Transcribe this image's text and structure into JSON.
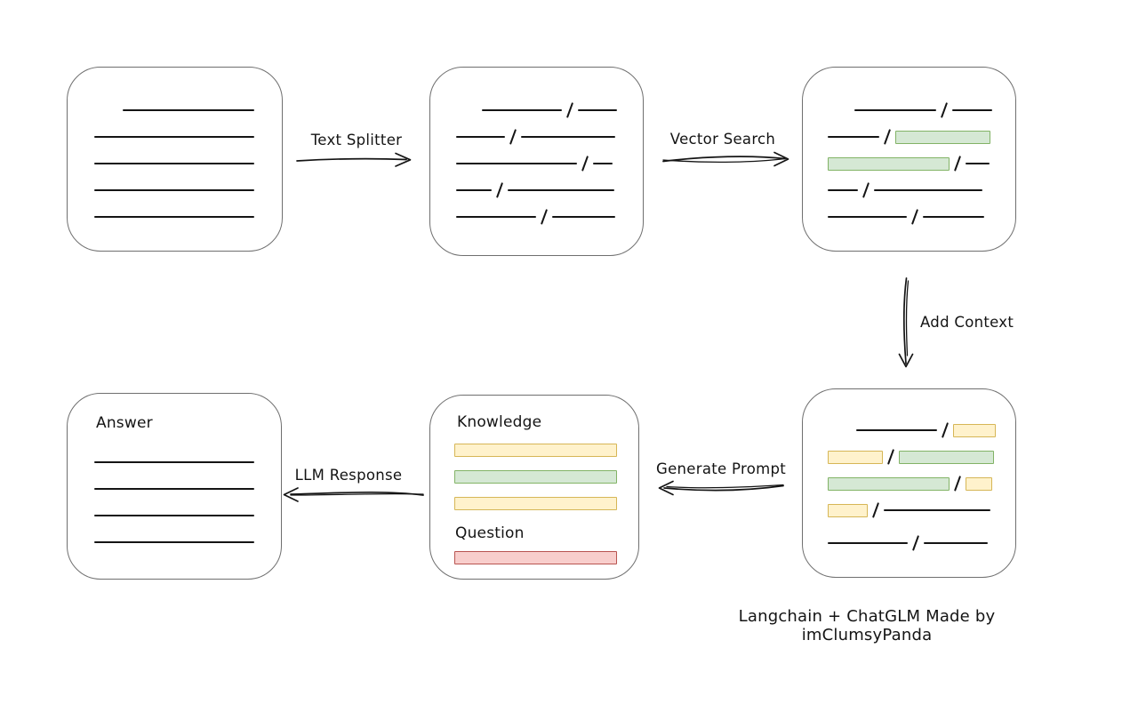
{
  "caption": "Langchain + ChatGLM Made by imClumsyPanda",
  "colors": {
    "line": "#141414",
    "box_border": "#6f6f6f",
    "green_fill": "#d5e8d4",
    "green_border": "#82b366",
    "yellow_fill": "#fff2cc",
    "yellow_border": "#d6b656",
    "red_fill": "#f8cecc",
    "red_border": "#b85450"
  },
  "arrows": {
    "text_splitter": {
      "label": "Text Splitter"
    },
    "vector_search": {
      "label": "Vector Search"
    },
    "add_context": {
      "label": "Add Context"
    },
    "generate_prompt": {
      "label": "Generate Prompt"
    },
    "llm_response": {
      "label": "LLM Response"
    }
  },
  "boxes": {
    "document": {
      "rows": [
        {
          "indent": 62,
          "segments": [
            {
              "kind": "line",
              "w": 148
            }
          ]
        },
        {
          "indent": 30,
          "segments": [
            {
              "kind": "line",
              "w": 180
            }
          ]
        },
        {
          "indent": 30,
          "segments": [
            {
              "kind": "line",
              "w": 180
            }
          ]
        },
        {
          "indent": 30,
          "segments": [
            {
              "kind": "line",
              "w": 180
            }
          ]
        },
        {
          "indent": 30,
          "segments": [
            {
              "kind": "line",
              "w": 180
            }
          ]
        }
      ]
    },
    "chunks": {
      "rows": [
        {
          "indent": 58,
          "segments": [
            {
              "kind": "line",
              "w": 90
            },
            {
              "kind": "line",
              "w": 44
            }
          ]
        },
        {
          "indent": 29,
          "segments": [
            {
              "kind": "line",
              "w": 55
            },
            {
              "kind": "line",
              "w": 106
            }
          ]
        },
        {
          "indent": 29,
          "segments": [
            {
              "kind": "line",
              "w": 136
            },
            {
              "kind": "line",
              "w": 22
            }
          ]
        },
        {
          "indent": 29,
          "segments": [
            {
              "kind": "line",
              "w": 40
            },
            {
              "kind": "line",
              "w": 120
            }
          ]
        },
        {
          "indent": 29,
          "segments": [
            {
              "kind": "line",
              "w": 90
            },
            {
              "kind": "line",
              "w": 71
            }
          ]
        }
      ]
    },
    "vector_results": {
      "rows": [
        {
          "indent": 58,
          "segments": [
            {
              "kind": "line",
              "w": 92
            },
            {
              "kind": "line",
              "w": 45
            }
          ]
        },
        {
          "indent": 28,
          "segments": [
            {
              "kind": "line",
              "w": 58
            },
            {
              "kind": "green",
              "w": 107
            }
          ]
        },
        {
          "indent": 28,
          "segments": [
            {
              "kind": "green",
              "w": 137
            },
            {
              "kind": "line",
              "w": 27
            }
          ]
        },
        {
          "indent": 28,
          "segments": [
            {
              "kind": "line",
              "w": 34
            },
            {
              "kind": "line",
              "w": 122
            }
          ]
        },
        {
          "indent": 28,
          "segments": [
            {
              "kind": "line",
              "w": 89
            },
            {
              "kind": "line",
              "w": 69
            }
          ]
        }
      ]
    },
    "context": {
      "rows": [
        {
          "indent": 60,
          "segments": [
            {
              "kind": "line",
              "w": 91
            },
            {
              "kind": "yellow",
              "w": 48
            }
          ]
        },
        {
          "indent": 28,
          "segments": [
            {
              "kind": "yellow",
              "w": 62
            },
            {
              "kind": "green",
              "w": 107
            }
          ]
        },
        {
          "indent": 28,
          "segments": [
            {
              "kind": "green",
              "w": 137
            },
            {
              "kind": "yellow",
              "w": 30
            }
          ]
        },
        {
          "indent": 28,
          "segments": [
            {
              "kind": "yellow",
              "w": 45
            },
            {
              "kind": "line",
              "w": 120
            }
          ]
        },
        {
          "indent": 28,
          "mt": 7,
          "segments": [
            {
              "kind": "line",
              "w": 90
            },
            {
              "kind": "line",
              "w": 72
            }
          ]
        }
      ]
    },
    "prompt": {
      "knowledge_label": "Knowledge",
      "question_label": "Question",
      "knowledge_bars": [
        {
          "kind": "yellow"
        },
        {
          "kind": "green"
        },
        {
          "kind": "yellow"
        }
      ],
      "question_bars": [
        {
          "kind": "red"
        }
      ]
    },
    "answer": {
      "label": "Answer",
      "rows": [
        {
          "indent": 30,
          "segments": [
            {
              "kind": "line",
              "w": 180
            }
          ]
        },
        {
          "indent": 30,
          "segments": [
            {
              "kind": "line",
              "w": 180
            }
          ]
        },
        {
          "indent": 30,
          "segments": [
            {
              "kind": "line",
              "w": 180
            }
          ]
        },
        {
          "indent": 30,
          "segments": [
            {
              "kind": "line",
              "w": 180
            }
          ]
        }
      ]
    }
  }
}
